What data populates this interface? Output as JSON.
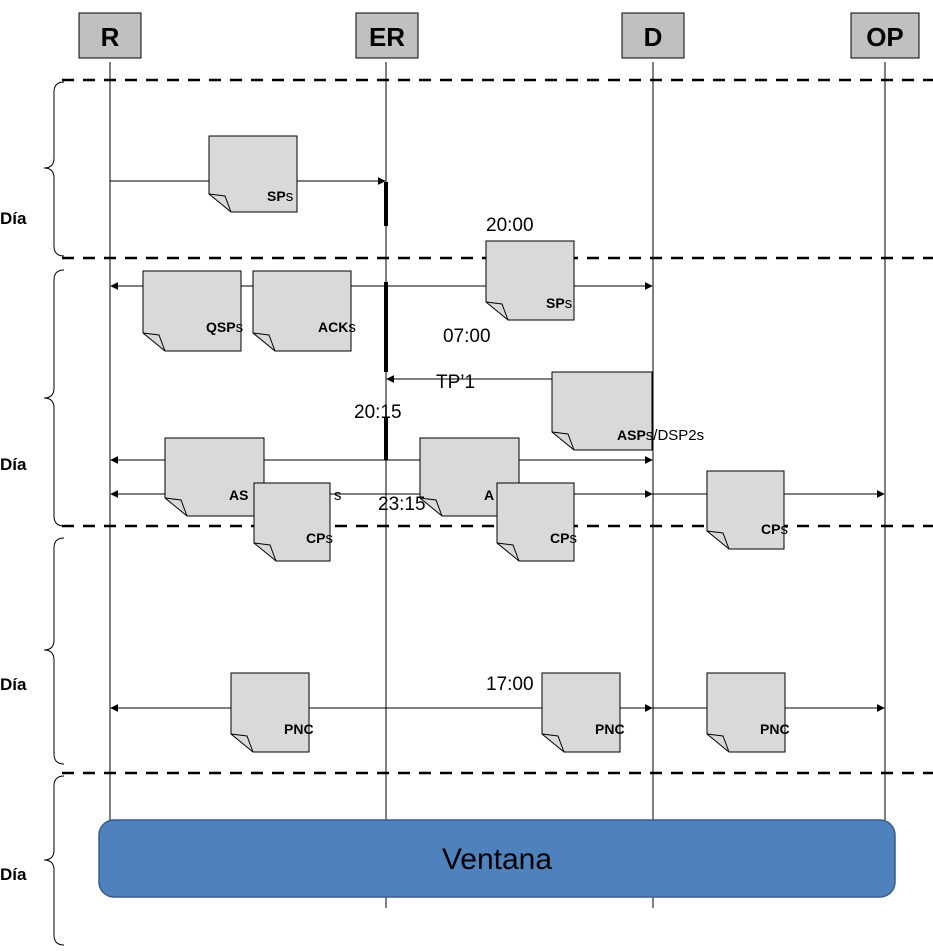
{
  "participants": [
    {
      "id": "r",
      "label": "R"
    },
    {
      "id": "er",
      "label": "ER"
    },
    {
      "id": "d",
      "label": "D"
    },
    {
      "id": "op",
      "label": "OP"
    }
  ],
  "day_labels": [
    "Día",
    "Día",
    "Día",
    "Día"
  ],
  "documents": [
    {
      "id": "sps1",
      "label": "SP",
      "suffix": "s"
    },
    {
      "id": "qsps",
      "label": "QSP",
      "suffix": "s"
    },
    {
      "id": "acks",
      "label": "ACK",
      "suffix": "s"
    },
    {
      "id": "sps2",
      "label": "SP",
      "suffix": "s"
    },
    {
      "id": "asps-dsp2s",
      "label": "ASP",
      "suffix": "s/DSP2s"
    },
    {
      "id": "as-left",
      "label": "AS",
      "suffix": ""
    },
    {
      "id": "s-left",
      "label": "s",
      "suffix": ""
    },
    {
      "id": "a-mid",
      "label": "A",
      "suffix": ""
    },
    {
      "id": "cps1",
      "label": "CP",
      "suffix": "s"
    },
    {
      "id": "cps2",
      "label": "CP",
      "suffix": "s"
    },
    {
      "id": "cps3",
      "label": "CP",
      "suffix": "s"
    },
    {
      "id": "pnc1",
      "label": "PNC",
      "suffix": ""
    },
    {
      "id": "pnc2",
      "label": "PNC",
      "suffix": ""
    },
    {
      "id": "pnc3",
      "label": "PNC",
      "suffix": ""
    }
  ],
  "times": [
    {
      "id": "t2000",
      "label": "20:00"
    },
    {
      "id": "t0700",
      "label": "07:00"
    },
    {
      "id": "tp1",
      "label": "TP’1"
    },
    {
      "id": "t2015",
      "label": "20:15"
    },
    {
      "id": "t2315",
      "label": "23:15"
    },
    {
      "id": "t1700",
      "label": "17:00"
    }
  ],
  "window_label": "Ventana",
  "colors": {
    "participant_box": "#c0c0c0",
    "document_fill": "#d9d9d9",
    "window_fill": "#4f81bd",
    "window_stroke": "#385d8a",
    "line": "#000000"
  }
}
